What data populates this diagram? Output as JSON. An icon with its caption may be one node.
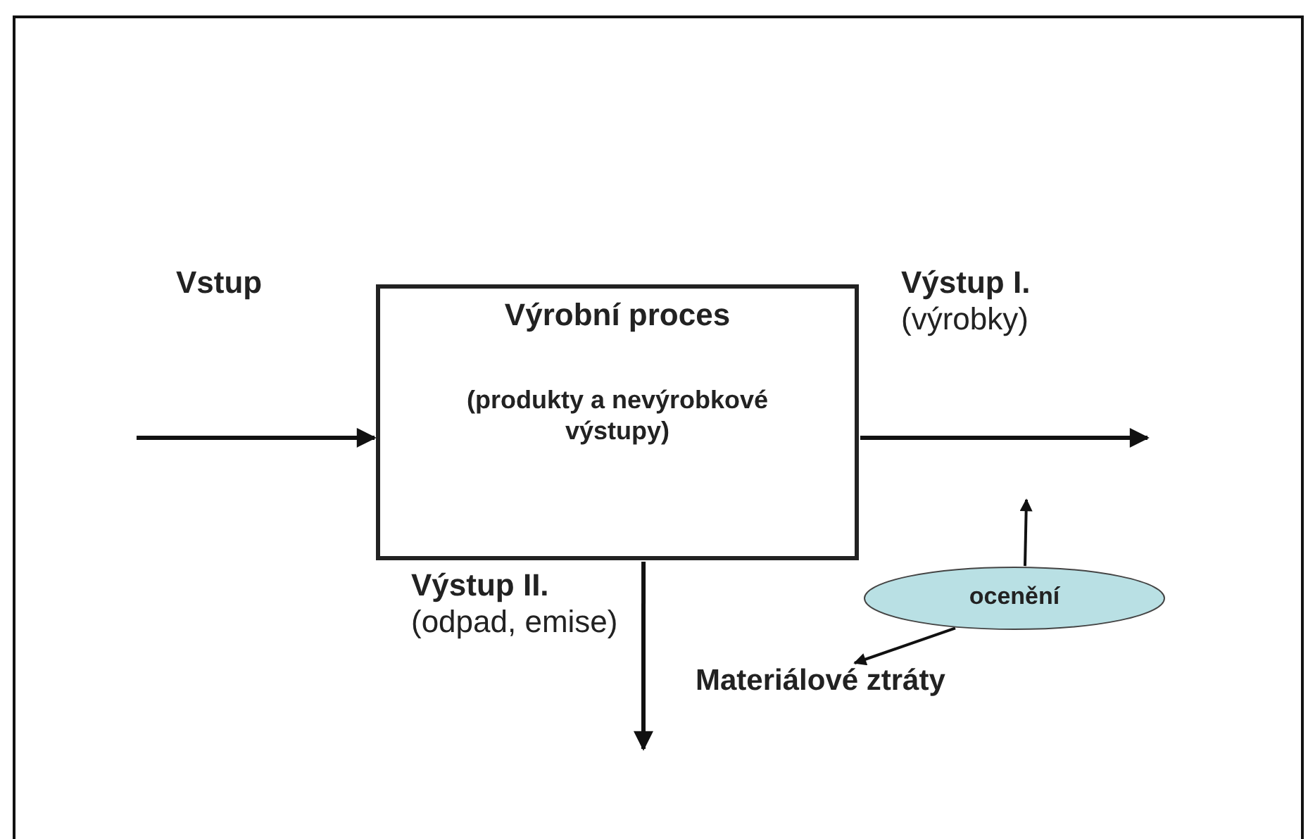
{
  "diagram": {
    "nodes": [
      {
        "text": [
          "Výrobní proces",
          "(produkty a nevýrobkové výstupy)"
        ]
      },
      {
        "text": [
          "ocenění"
        ]
      },
      {
        "text": [
          "Materiálové ztráty"
        ]
      }
    ],
    "edges": [
      {
        "from": null,
        "to": 0,
        "arrow": "to",
        "label": "Vstup"
      },
      {
        "from": 0,
        "to": null,
        "arrow": "to",
        "label": "**Výstup I.** (výrobky)"
      },
      {
        "from": 0,
        "to": null,
        "arrow": "to",
        "label": "**Výstup II.** (odpad, emise)"
      },
      {
        "from": 1,
        "to": null,
        "arrow": "to"
      },
      {
        "from": 1,
        "to": 2,
        "arrow": "to"
      }
    ]
  }
}
